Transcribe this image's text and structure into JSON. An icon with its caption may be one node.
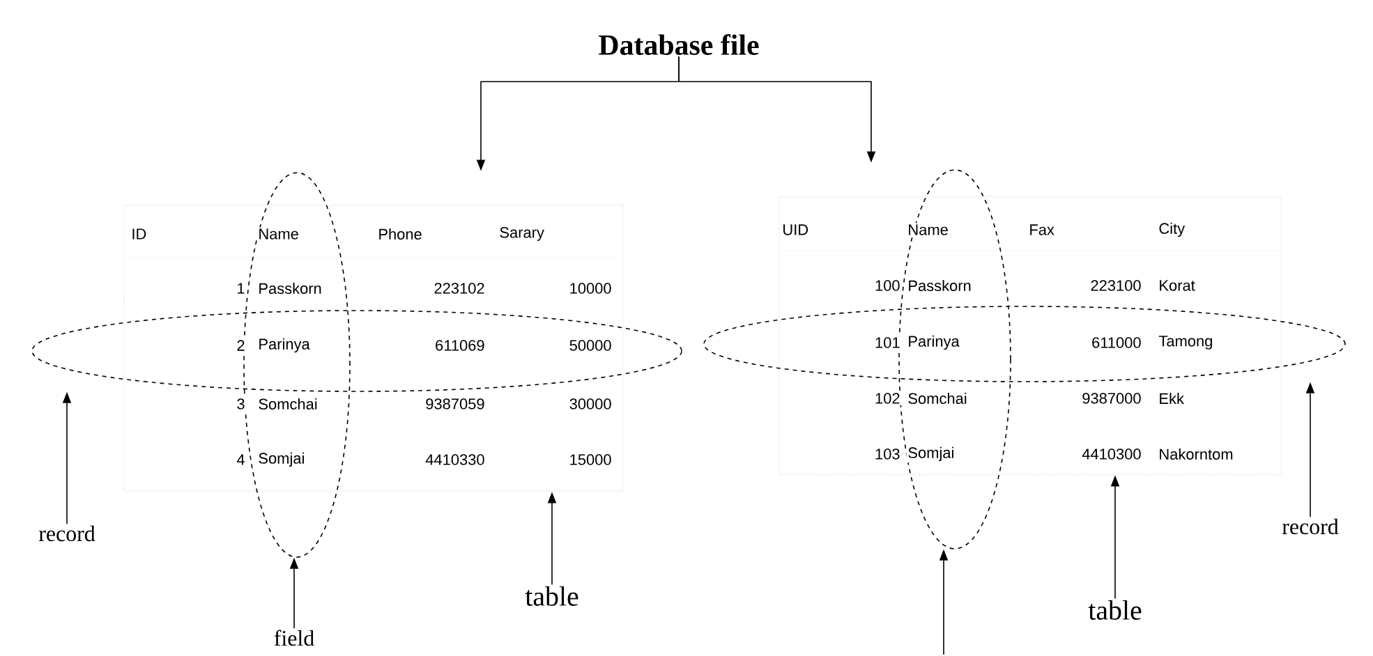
{
  "diagram": {
    "nodes": [
      {
        "text": [
          "Database file"
        ]
      },
      {
        "text": [],
        "shape": "box"
      },
      {
        "text": [],
        "shape": "box"
      },
      {
        "text": [],
        "shape": "ellipse"
      },
      {
        "text": [],
        "shape": "ellipse"
      },
      {
        "text": [],
        "shape": "ellipse"
      },
      {
        "text": [],
        "shape": "ellipse"
      },
      {
        "text": [
          "record"
        ]
      },
      {
        "text": [
          "field"
        ]
      },
      {
        "text": [
          "table"
        ]
      },
      {
        "text": [
          "table"
        ]
      },
      {
        "text": [
          "record"
        ]
      }
    ],
    "edges": [
      {
        "from": 0,
        "to": 1,
        "arrow": "to"
      },
      {
        "from": 0,
        "to": 2,
        "arrow": "to"
      },
      {
        "from": 7,
        "to": 3,
        "arrow": "to"
      },
      {
        "from": 8,
        "to": 4,
        "arrow": "to"
      },
      {
        "from": 9,
        "to": 1,
        "arrow": "to"
      },
      {
        "from": 10,
        "to": 2,
        "arrow": "to"
      },
      {
        "from": null,
        "to": 5,
        "arrow": "to"
      },
      {
        "from": 11,
        "to": 6,
        "arrow": "to"
      }
    ],
    "labels": [
      "ID",
      "Name",
      "Phone",
      "Sarary",
      "1",
      "Passkorn",
      "223102",
      "10000",
      "2",
      "Parinya",
      "611069",
      "50000",
      "3",
      "Somchai",
      "9387059",
      "30000",
      "4",
      "Somjai",
      "4410330",
      "15000",
      "UID",
      "Name",
      "Fax",
      "City",
      "100",
      "Passkorn",
      "223100",
      "Korat",
      "101",
      "Parinya",
      "611000",
      "Tamong",
      "102",
      "Somchai",
      "9387000",
      "Ekk",
      "103",
      "Somjai",
      "4410300",
      "Nakorntom"
    ]
  }
}
